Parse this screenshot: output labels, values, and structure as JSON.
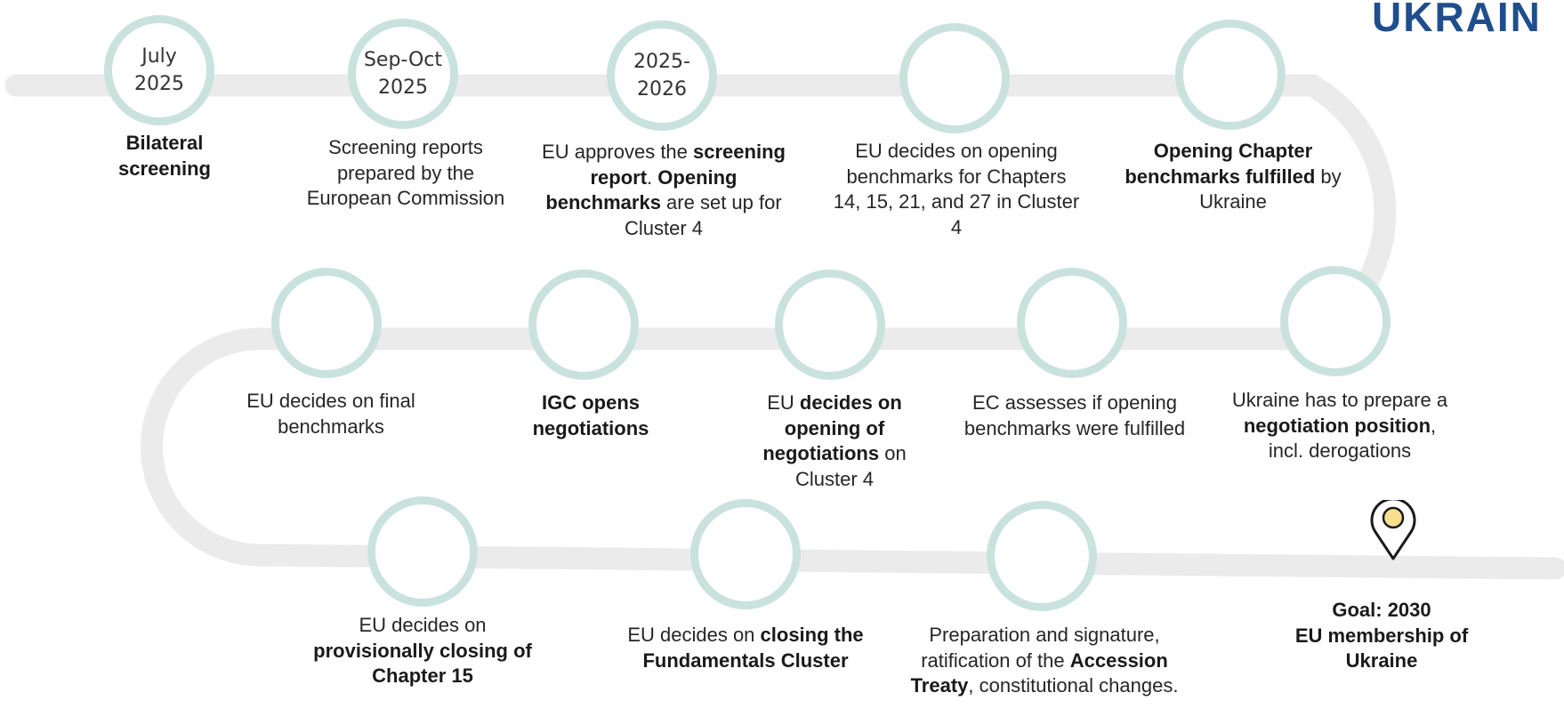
{
  "colors": {
    "track": "#ebebeb",
    "ring": "#c9e2de",
    "brand": "#1f4e8c",
    "pin_fill": "#f7df8e"
  },
  "logo_text": "UKRAIN",
  "steps": [
    {
      "date": "July\n2025",
      "segments": [
        {
          "text": "Bilateral\nscreening",
          "bold": true
        }
      ]
    },
    {
      "date": "Sep-Oct\n2025",
      "segments": [
        {
          "text": "Screening reports prepared by the European Commission",
          "bold": false
        }
      ]
    },
    {
      "date": "2025-\n2026",
      "segments": [
        {
          "text": "EU approves the ",
          "bold": false
        },
        {
          "text": "screening report",
          "bold": true
        },
        {
          "text": ". ",
          "bold": false
        },
        {
          "text": "Opening benchmarks",
          "bold": true
        },
        {
          "text": " are set up for Cluster 4",
          "bold": false
        }
      ]
    },
    {
      "date": "",
      "segments": [
        {
          "text": "EU decides on opening benchmarks for Chapters 14, 15, 21, and 27 in Cluster 4",
          "bold": false
        }
      ]
    },
    {
      "date": "",
      "segments": [
        {
          "text": "Opening Chapter benchmarks fulfilled",
          "bold": true
        },
        {
          "text": " by Ukraine",
          "bold": false
        }
      ]
    },
    {
      "date": "",
      "segments": [
        {
          "text": "Ukraine has to prepare a ",
          "bold": false
        },
        {
          "text": "negotiation position",
          "bold": true
        },
        {
          "text": ", incl. derogations",
          "bold": false
        }
      ]
    },
    {
      "date": "",
      "segments": [
        {
          "text": "EC assesses if opening benchmarks were fulfilled",
          "bold": false
        }
      ]
    },
    {
      "date": "",
      "segments": [
        {
          "text": "EU ",
          "bold": false
        },
        {
          "text": "decides on opening of negotiations",
          "bold": true
        },
        {
          "text": " on Cluster 4",
          "bold": false
        }
      ]
    },
    {
      "date": "",
      "segments": [
        {
          "text": "IGC opens negotiations",
          "bold": true
        }
      ]
    },
    {
      "date": "",
      "segments": [
        {
          "text": "EU decides on  final benchmarks",
          "bold": false
        }
      ]
    },
    {
      "date": "",
      "segments": [
        {
          "text": "EU decides on ",
          "bold": false
        },
        {
          "text": "provisionally closing of Chapter 15",
          "bold": true
        }
      ]
    },
    {
      "date": "",
      "segments": [
        {
          "text": "EU decides on ",
          "bold": false
        },
        {
          "text": "closing the Fundamentals Cluster",
          "bold": true
        }
      ]
    },
    {
      "date": "",
      "segments": [
        {
          "text": "Preparation and signature, ratification of the ",
          "bold": false
        },
        {
          "text": "Accession Treaty",
          "bold": true
        },
        {
          "text": ", constitutional changes.",
          "bold": false
        }
      ]
    }
  ],
  "goal": {
    "segments": [
      {
        "text": "Goal: 2030\nEU membership of Ukraine",
        "bold": true
      }
    ],
    "icon": "location-pin-icon"
  }
}
